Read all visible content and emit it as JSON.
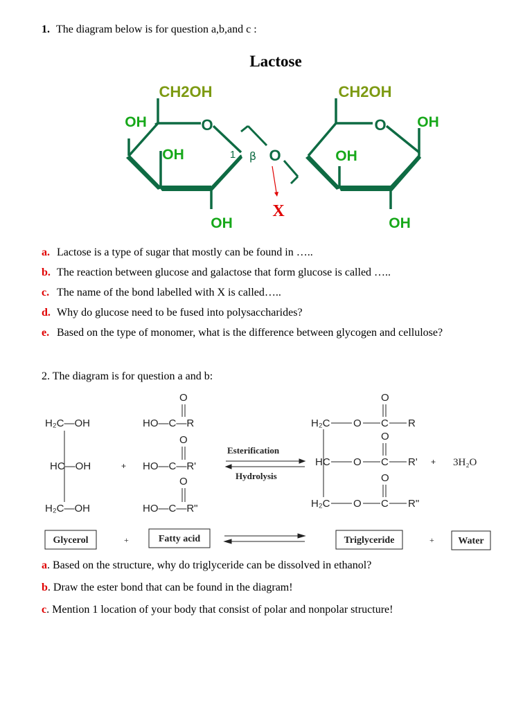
{
  "question1": {
    "number": "1.",
    "intro": "The diagram below is for question a,b,and c :",
    "diagram": {
      "title": "Lactose",
      "ch2oh_left": "CH2OH",
      "ch2oh_right": "CH2OH",
      "oh_left_top": "OH",
      "oh_left_mid": "OH",
      "oh_left_bottom": "OH",
      "oh_right_top": "OH",
      "oh_right_mid": "OH",
      "oh_right_bottom": "OH",
      "ring_o_left": "O",
      "ring_o_right": "O",
      "bridge_o": "O",
      "carbon_num": "1",
      "beta": "β",
      "x_label": "X",
      "colors": {
        "ring": "#0e6b43",
        "ch2oh": "#7d9a12",
        "oh": "#17a81a",
        "x": "#e00000"
      }
    },
    "items": [
      {
        "letter": "a.",
        "text": "Lactose is a type of sugar that mostly can be found in ….."
      },
      {
        "letter": "b.",
        "text": "The reaction between glucose and galactose that form glucose is called ….."
      },
      {
        "letter": "c.",
        "text": "The name of the bond labelled with X is called….."
      },
      {
        "letter": "d.",
        "text": "Why do glucose need to be fused into polysaccharides?"
      },
      {
        "letter": "e.",
        "text": "Based on the type of monomer, what is the difference between glycogen and cellulose?"
      }
    ]
  },
  "question2": {
    "intro": "2. The diagram is for question a and b:",
    "diagram": {
      "glycerol_rows": [
        "H₂C—OH",
        "HC—OH",
        "H₂C—OH"
      ],
      "fatty_rows": [
        "HO—C—R",
        "HO—C—R'",
        "HO—C—R\""
      ],
      "carbonyl_o": "O",
      "plus": "+",
      "esterification": "Esterification",
      "hydrolysis": "Hydrolysis",
      "tri_rows_left": [
        "H₂C",
        "HC",
        "H₂C"
      ],
      "tri_o": "O",
      "tri_c": "C",
      "tri_r": [
        "R",
        "R'",
        "R\""
      ],
      "water_formula": "3H₂O",
      "box_glycerol": "Glycerol",
      "box_fatty": "Fatty acid",
      "box_trigly": "Triglyceride",
      "box_water": "Water"
    },
    "items": [
      {
        "letter": "a",
        "text": ". Based on the structure, why do triglyceride can be dissolved in ethanol?"
      },
      {
        "letter": "b",
        "text": ". Draw the ester bond that can be found in the diagram!"
      },
      {
        "letter": "c",
        "text": ". Mention 1 location of your body that consist of polar and nonpolar structure!"
      }
    ]
  }
}
